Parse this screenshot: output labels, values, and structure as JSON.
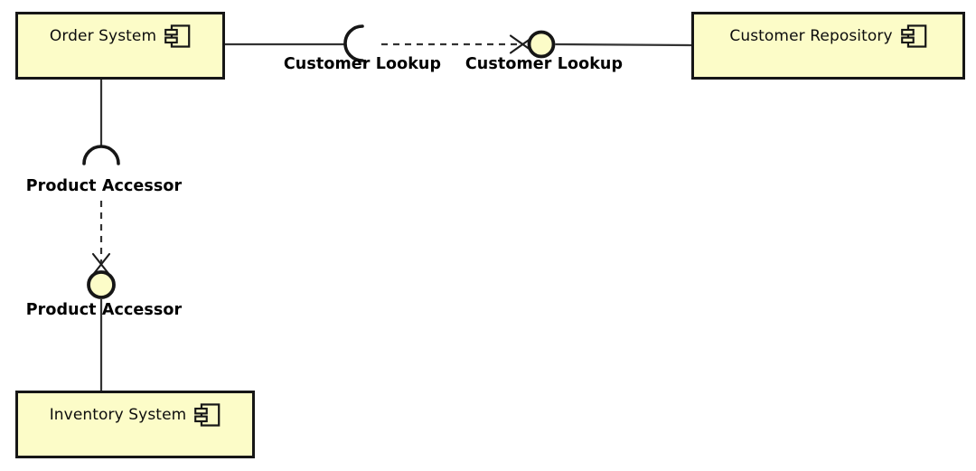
{
  "diagram_type": "uml-component-diagram",
  "colors": {
    "component_fill": "#FCFCC8",
    "component_border": "#161616",
    "connector_line": "#333333",
    "text": "#000000",
    "background": "#FFFFFF"
  },
  "components": [
    {
      "label": "Order System"
    },
    {
      "label": "Customer Repository"
    },
    {
      "label": "Inventory System"
    }
  ],
  "interfaces": {
    "customer_lookup_required": {
      "label": "Customer Lookup",
      "kind": "required-interface-socket"
    },
    "customer_lookup_provided": {
      "label": "Customer Lookup",
      "kind": "provided-interface-ball"
    },
    "product_accessor_required": {
      "label": "Product Accessor",
      "kind": "required-interface-socket"
    },
    "product_accessor_provided": {
      "label": "Product Accessor",
      "kind": "provided-interface-ball"
    }
  },
  "connections": [
    {
      "from": "Order System",
      "to": "Customer Repository",
      "interface": "Customer Lookup",
      "type": "assembly: required socket, dashed dependency arrow into provided ball"
    },
    {
      "from": "Order System",
      "to": "Inventory System",
      "interface": "Product Accessor",
      "type": "assembly: required socket, dashed dependency arrow into provided ball"
    }
  ]
}
